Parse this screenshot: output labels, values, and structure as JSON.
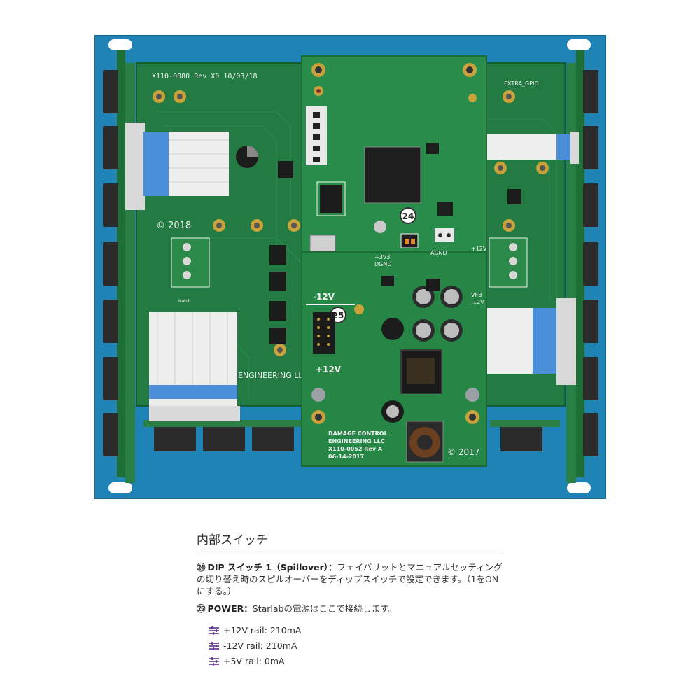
{
  "photo": {
    "alt": "",
    "panel_color": "#1f83b5",
    "pcb_color": "#1e7a3e",
    "labels": {
      "main_board": "X110-0080 Rev X0   10/03/18",
      "copyright_2018": "© 2018",
      "extra_gpio": "EXTRA_GPIO",
      "engineering": "ENGINEERING LLC",
      "notch": "Notch",
      "minus12v": "-12V",
      "plus12v": "+12V",
      "plus12v_small": "+12V",
      "plus3v3": "+3V3",
      "dgnd": "DGND",
      "agnd": "AGND",
      "vfb": "VFB",
      "minus12v_small": "-12V",
      "marker24": "24",
      "marker25": "25",
      "pwr_board_1": "DAMAGE CONTROL",
      "pwr_board_2": "ENGINEERING LLC",
      "pwr_board_3": "X110-0052 Rev A",
      "pwr_board_4": "06-14-2017",
      "copyright_2017": "© 2017"
    }
  },
  "section": {
    "title": "内部スイッチ",
    "items": [
      {
        "marker": "㉔",
        "heading": "DIP スイッチ 1（Spillover）：",
        "text": "フェイバリットとマニュアルセッティングの切り替え時のスピルオーバーをディップスイッチで設定できます。（1をONにする。）"
      },
      {
        "marker": "㉕",
        "heading": "POWER：",
        "text": "Starlabの電源はここで接続します。"
      }
    ],
    "rails": [
      {
        "label": "+12V rail: 210mA",
        "icon": "power-rail-icon"
      },
      {
        "label": "-12V rail: 210mA",
        "icon": "power-rail-icon"
      },
      {
        "label": "+5V rail: 0mA",
        "icon": "power-rail-icon"
      }
    ],
    "icon_color": "#5b2d8e"
  }
}
